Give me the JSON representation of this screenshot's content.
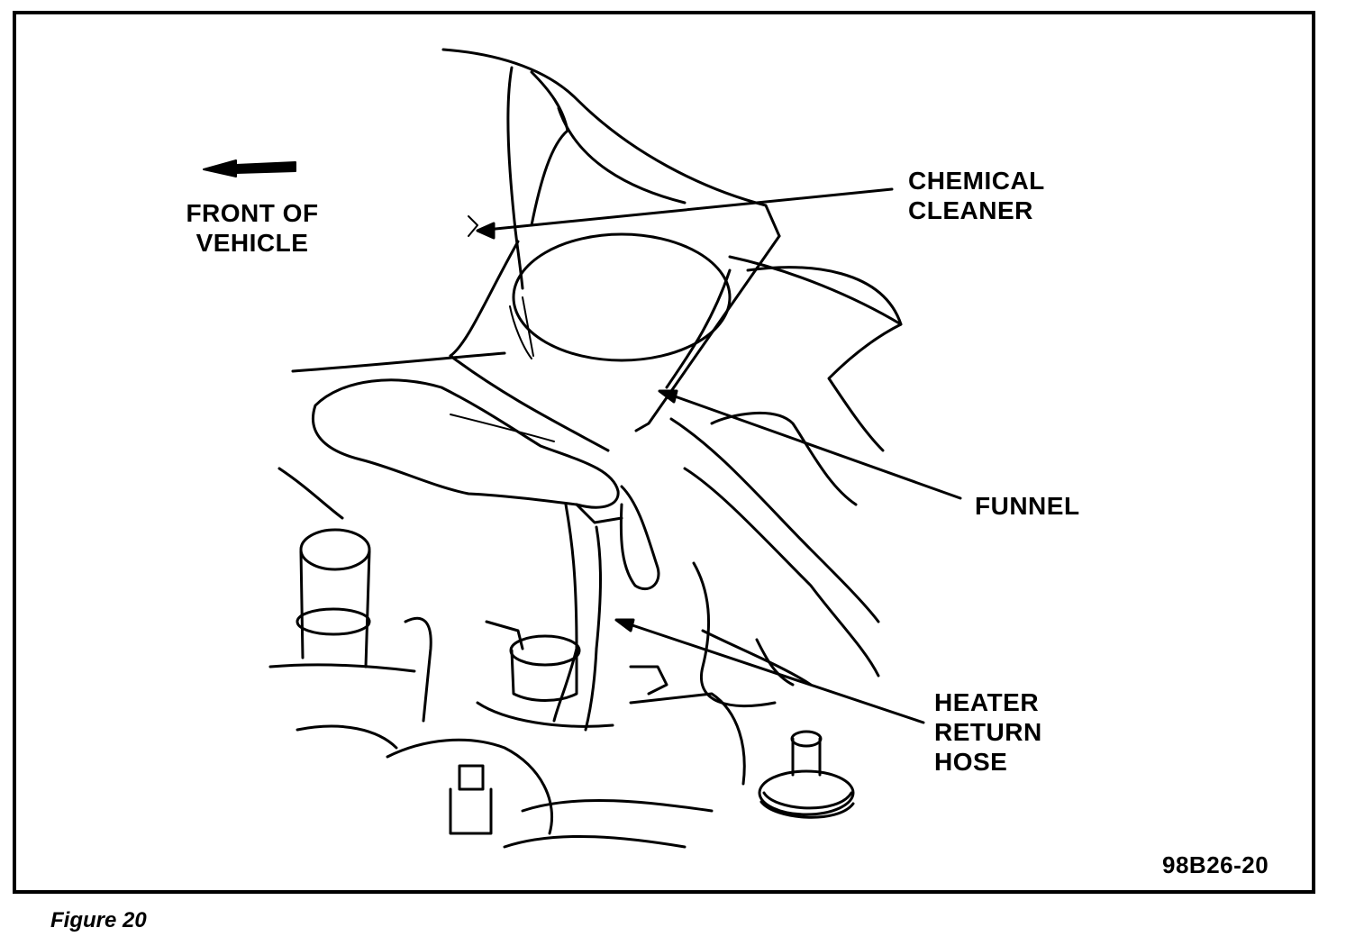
{
  "labels": {
    "front_of_vehicle": "FRONT OF\nVEHICLE",
    "chemical_cleaner": "CHEMICAL\nCLEANER",
    "funnel": "FUNNEL",
    "heater_return_hose": "HEATER\nRETURN\nHOSE",
    "drawing_code": "98B26-20"
  },
  "caption": "Figure 20",
  "colors": {
    "ink": "#000000",
    "paper": "#ffffff"
  }
}
